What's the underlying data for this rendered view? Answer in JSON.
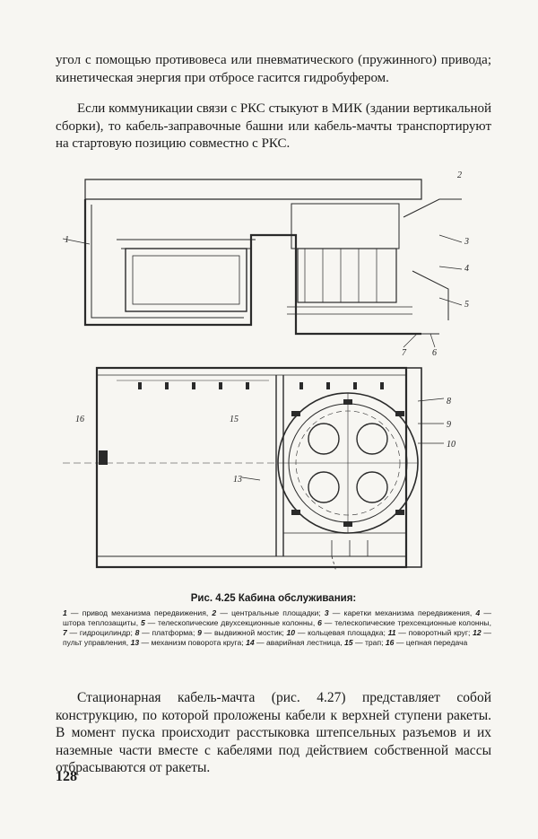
{
  "paragraphs": {
    "p1": "угол с помощью противовеса или пневматического (пружинного) привода; кинетическая энергия при отбросе гасится гидробуфером.",
    "p2": "Если коммуникации связи с РКС стыкуют в МИК (здании вертикальной сборки), то кабель-заправочные башни или кабель-мачты транспортируют на стартовую позицию совместно с РКС.",
    "p3": "Стационарная кабель-мачта (рис. 4.27) представляет собой конструкцию, по которой проложены кабели к верхней ступени ракеты. В момент пуска происходит расстыковка штепсельных разъемов и их наземные части вместе с кабелями под действием собственной массы отбрасываются от ракеты."
  },
  "figure": {
    "caption_title": "Рис. 4.25 Кабина обслуживания:",
    "labels": [
      "1",
      "2",
      "3",
      "4",
      "5",
      "6",
      "7",
      "8",
      "9",
      "10",
      "13",
      "15",
      "16"
    ],
    "legend": [
      {
        "num": "1",
        "text": "привод механизма передвижения,"
      },
      {
        "num": "2",
        "text": "центральные площадки;"
      },
      {
        "num": "3",
        "text": "каретки механизма передвижения,"
      },
      {
        "num": "4",
        "text": "штора теплозащиты,"
      },
      {
        "num": "5",
        "text": "телескопические двухсекционные колонны,"
      },
      {
        "num": "6",
        "text": "телескопические трехсекционные колонны,"
      },
      {
        "num": "7",
        "text": "гидроцилиндр;"
      },
      {
        "num": "8",
        "text": "платформа;"
      },
      {
        "num": "9",
        "text": "выдвижной мостик;"
      },
      {
        "num": "10",
        "text": "кольцевая площадка;"
      },
      {
        "num": "11",
        "text": "поворотный круг;"
      },
      {
        "num": "12",
        "text": "пульт управления,"
      },
      {
        "num": "13",
        "text": "механизм поворота круга;"
      },
      {
        "num": "14",
        "text": "аварийная лестница,"
      },
      {
        "num": "15",
        "text": "трап;"
      },
      {
        "num": "16",
        "text": "цепная передача"
      }
    ]
  },
  "page_number": "128"
}
